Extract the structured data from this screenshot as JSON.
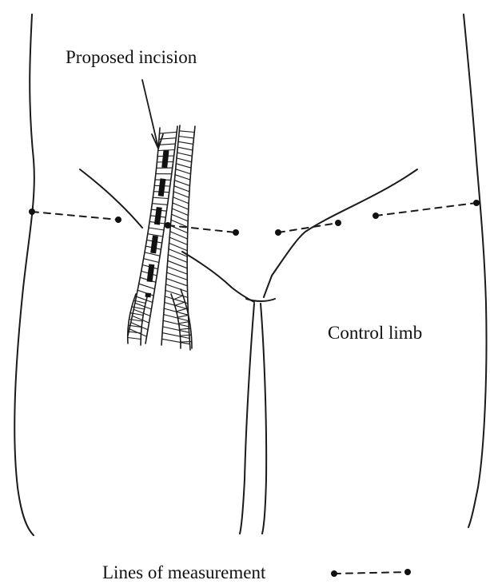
{
  "labels": {
    "proposed_incision": "Proposed incision",
    "control_limb": "Control limb",
    "lines_of_measurement": "Lines of measurement"
  },
  "colors": {
    "ink": "#1a1a1a",
    "background": "#ffffff"
  }
}
